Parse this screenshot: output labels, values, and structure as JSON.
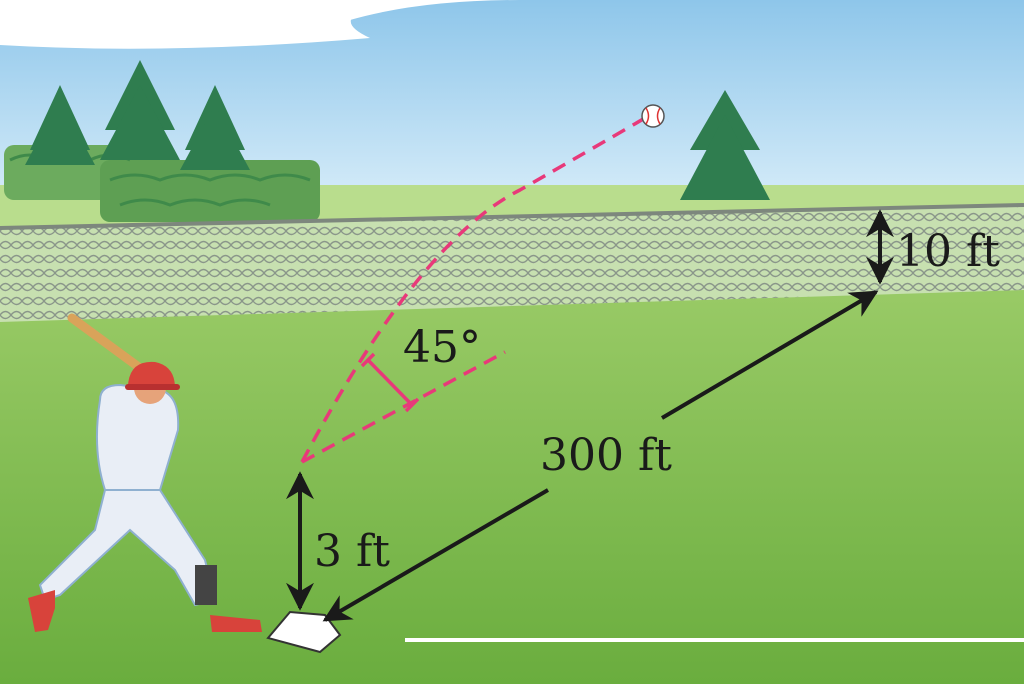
{
  "labels": {
    "fence_height": "10 ft",
    "launch_angle": "45°",
    "distance": "300 ft",
    "bat_height": "3 ft"
  },
  "colors": {
    "sky_top": "#8ec6ea",
    "sky_bottom": "#d8eef9",
    "grass": "#7cbb4a",
    "grass_dark": "#5fa53a",
    "fence": "#8c9a8c",
    "trajectory": "#e8397a",
    "arrow": "#1a1a1a"
  },
  "icons": [
    "baseball-icon",
    "batter-figure",
    "home-plate-icon",
    "tree-icon"
  ]
}
